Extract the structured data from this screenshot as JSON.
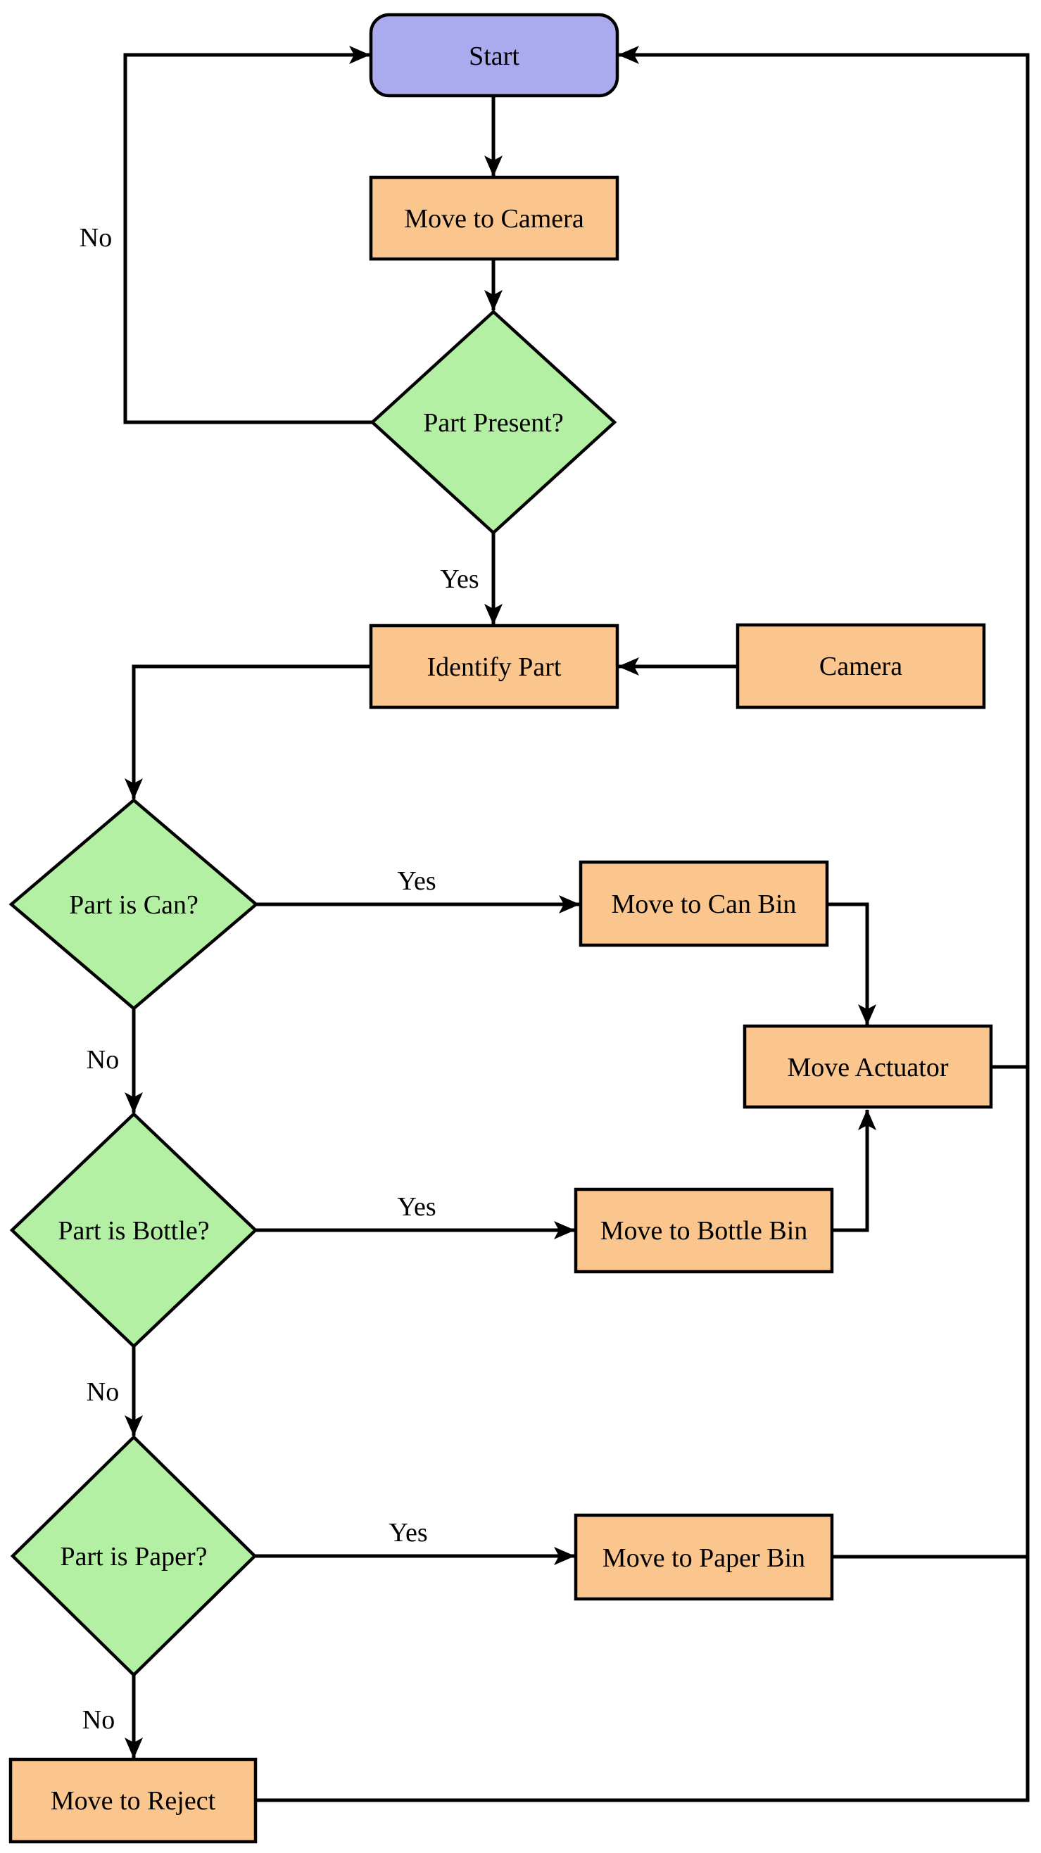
{
  "colors": {
    "terminal_fill": "#AAAAEE",
    "process_fill": "#FBC68D",
    "decision_fill": "#B3F0A3",
    "stroke": "#000000"
  },
  "nodes": {
    "start": {
      "label": "Start",
      "type": "terminal"
    },
    "move_to_camera": {
      "label": "Move to Camera",
      "type": "process"
    },
    "part_present": {
      "label": "Part Present?",
      "type": "decision"
    },
    "identify_part": {
      "label": "Identify Part",
      "type": "process"
    },
    "camera": {
      "label": "Camera",
      "type": "process"
    },
    "part_is_can": {
      "label": "Part is Can?",
      "type": "decision"
    },
    "move_to_can_bin": {
      "label": "Move to Can Bin",
      "type": "process"
    },
    "move_actuator": {
      "label": "Move Actuator",
      "type": "process"
    },
    "part_is_bottle": {
      "label": "Part is Bottle?",
      "type": "decision"
    },
    "move_to_bottle_bin": {
      "label": "Move to Bottle Bin",
      "type": "process"
    },
    "part_is_paper": {
      "label": "Part is Paper?",
      "type": "decision"
    },
    "move_to_paper_bin": {
      "label": "Move to Paper Bin",
      "type": "process"
    },
    "move_to_reject": {
      "label": "Move to Reject",
      "type": "process"
    }
  },
  "edge_labels": {
    "part_present_no": "No",
    "part_present_yes": "Yes",
    "part_is_can_yes": "Yes",
    "part_is_can_no": "No",
    "part_is_bottle_yes": "Yes",
    "part_is_bottle_no": "No",
    "part_is_paper_yes": "Yes",
    "part_is_paper_no": "No"
  }
}
